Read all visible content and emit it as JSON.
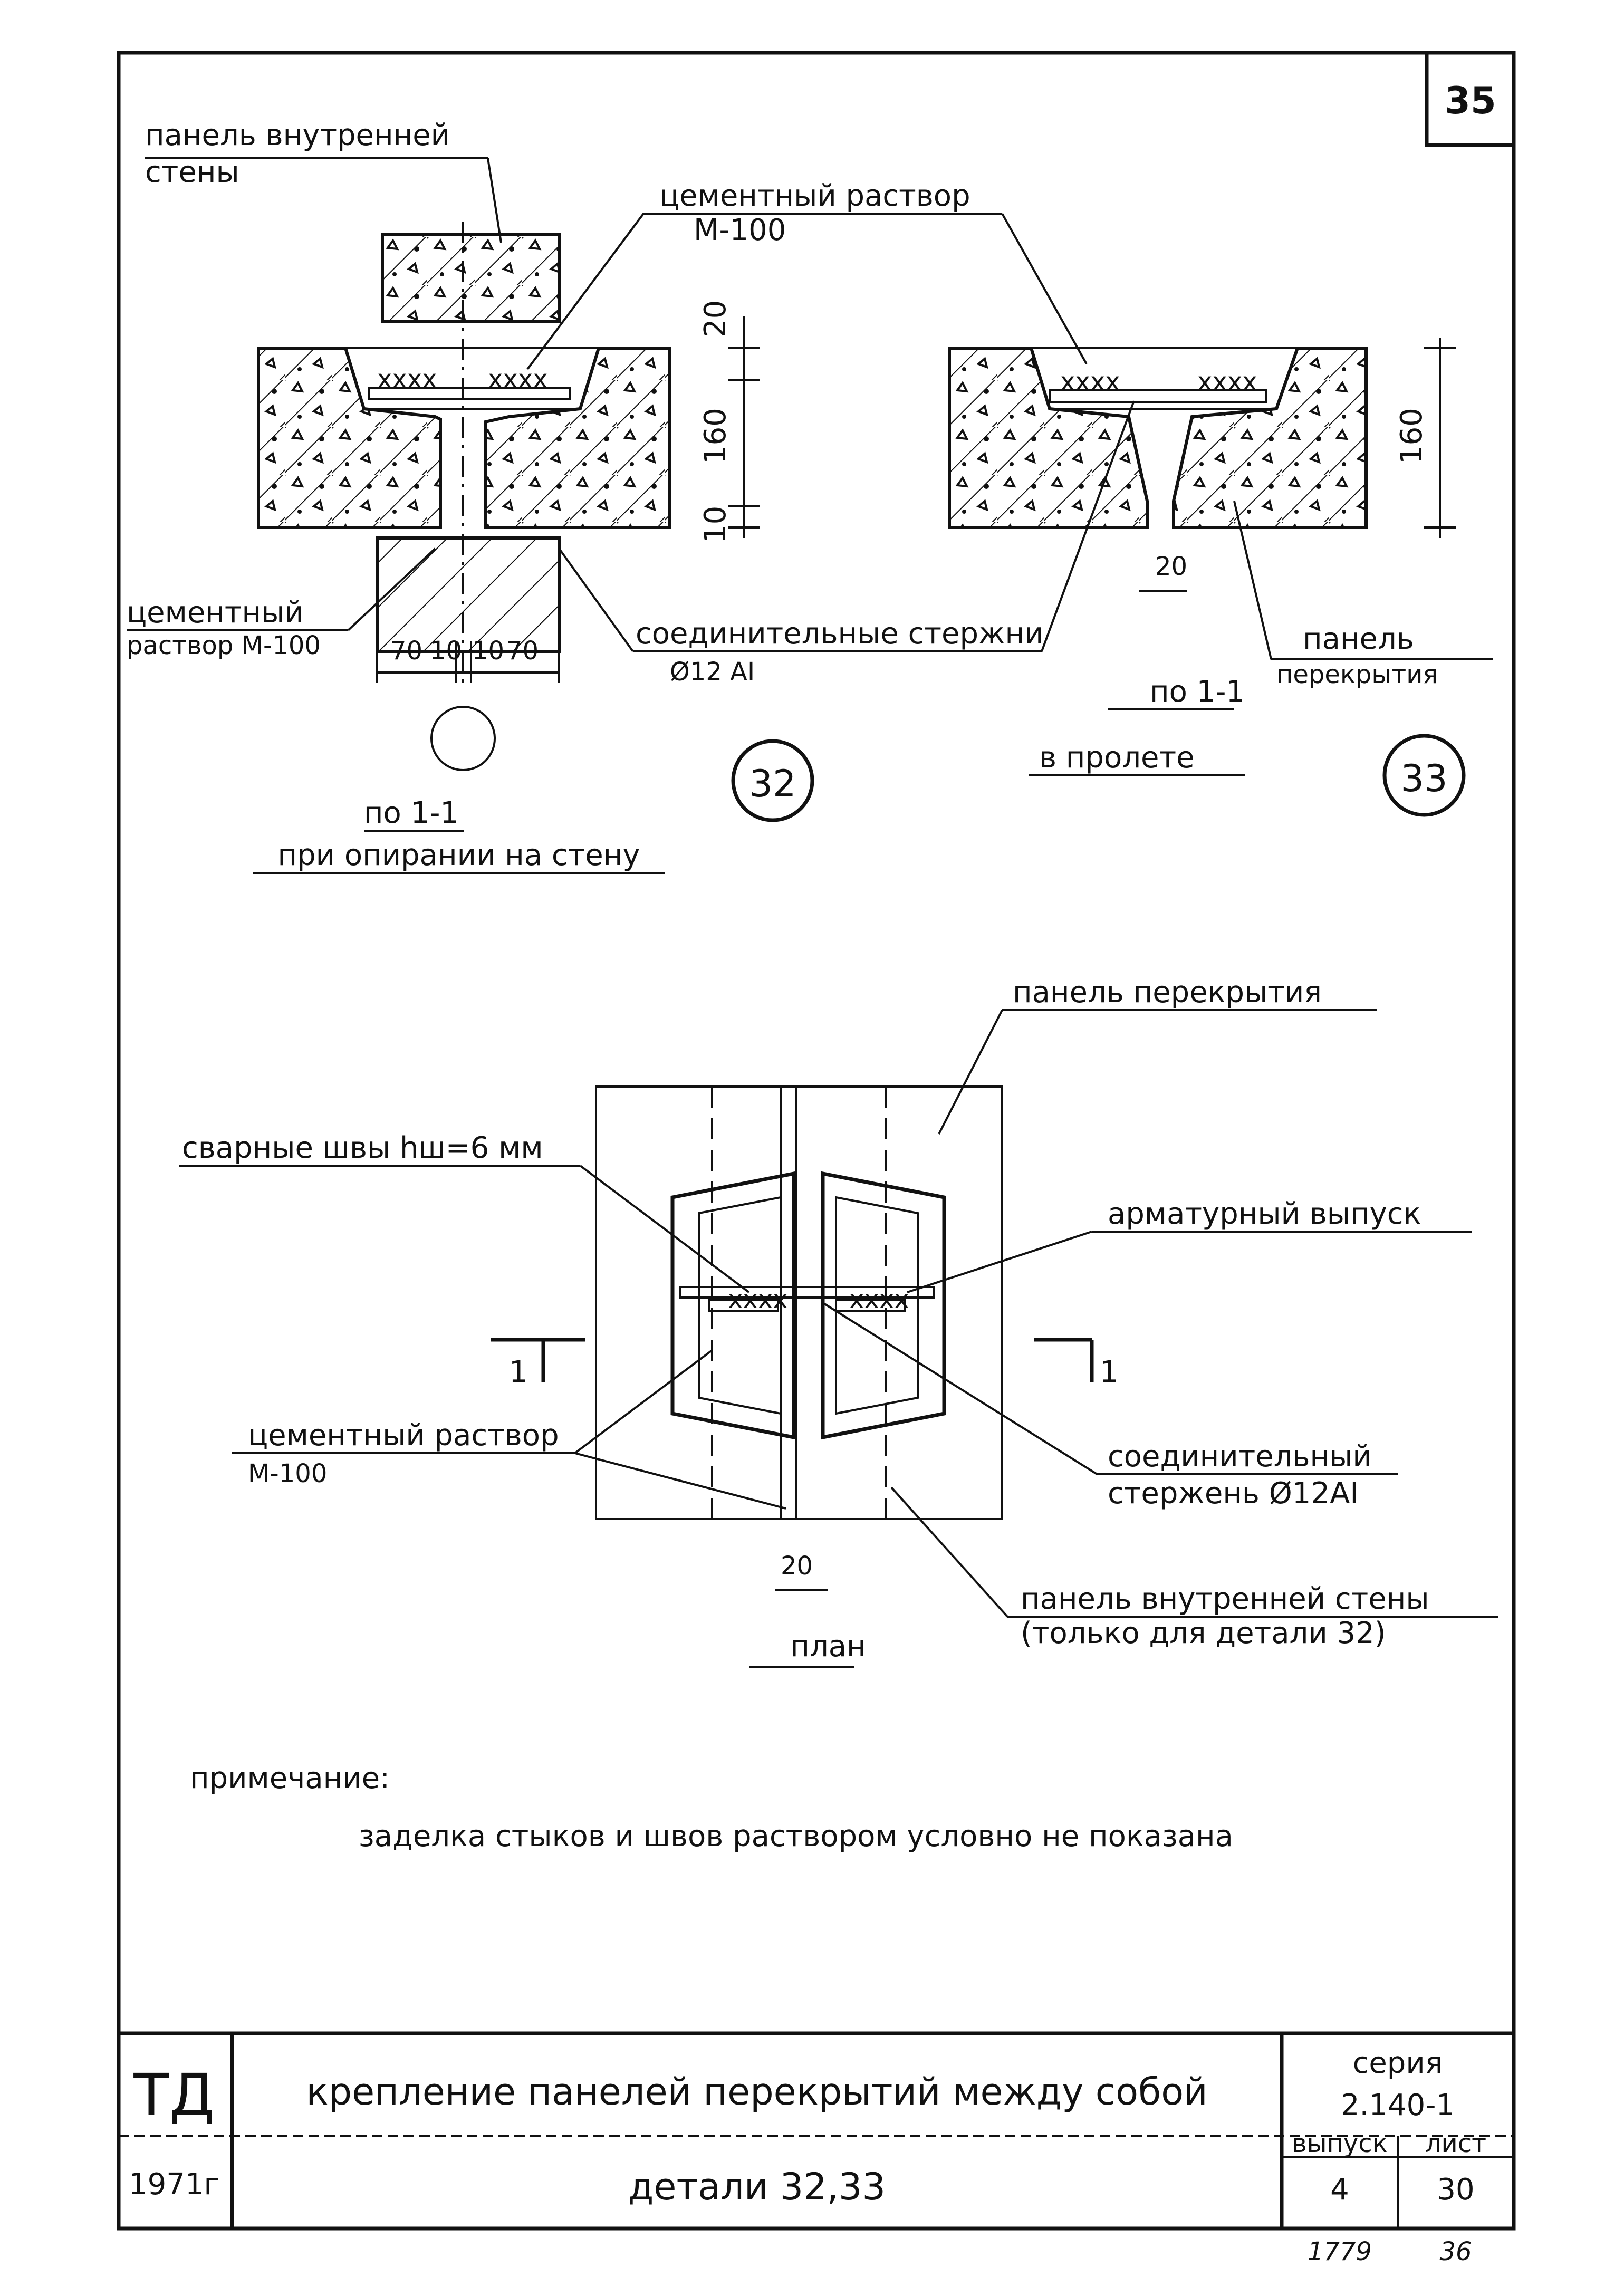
{
  "sheet": {
    "page_number": "35",
    "title_block": {
      "td_mark": "ТД",
      "year": "1971г",
      "title": "крепление панелей перекрытий между собой",
      "subtitle": "детали 32,33",
      "series_label": "серия",
      "series_value": "2.140-1",
      "issue_label": "выпуск",
      "issue_value": "4",
      "sheet_label": "лист",
      "sheet_value": "30",
      "stamp_left": "1779",
      "stamp_right": "36"
    }
  },
  "detail32": {
    "number": "32",
    "labels": {
      "wall_panel": [
        "панель внутренней",
        "стены"
      ],
      "mortar_top": [
        "цементный раствор",
        "М-100"
      ],
      "mortar_bottom": [
        "цементный",
        "раствор М-100"
      ],
      "rods": [
        "соединительные стержни",
        "Ø12 АI"
      ]
    },
    "dims_vertical": [
      "20",
      "160",
      "10"
    ],
    "dims_horizontal": [
      "70",
      "10",
      "10",
      "70"
    ],
    "caption_section": "по 1-1",
    "caption_note": "при опирании на стену"
  },
  "detail33": {
    "number": "33",
    "dim_vertical": "160",
    "dim_gap": "20",
    "label_panel": [
      "панель",
      "перекрытия"
    ],
    "caption_section": "по 1-1",
    "caption_note": "в пролете"
  },
  "plan": {
    "labels": {
      "floor_panel": "панель перекрытия",
      "welds": "сварные швы hш=6 мм",
      "rebar_out": "арматурный выпуск",
      "mortar": [
        "цементный раствор",
        "М-100"
      ],
      "rod": [
        "соединительный",
        "стержень Ø12АI"
      ],
      "wall_panel": [
        "панель внутренней стены",
        "(только для детали 32)"
      ]
    },
    "section_mark": "1",
    "dim_gap": "20",
    "caption": "план"
  },
  "note": {
    "heading": "примечание:",
    "text": "заделка стыков и швов раствором условно не показана"
  }
}
